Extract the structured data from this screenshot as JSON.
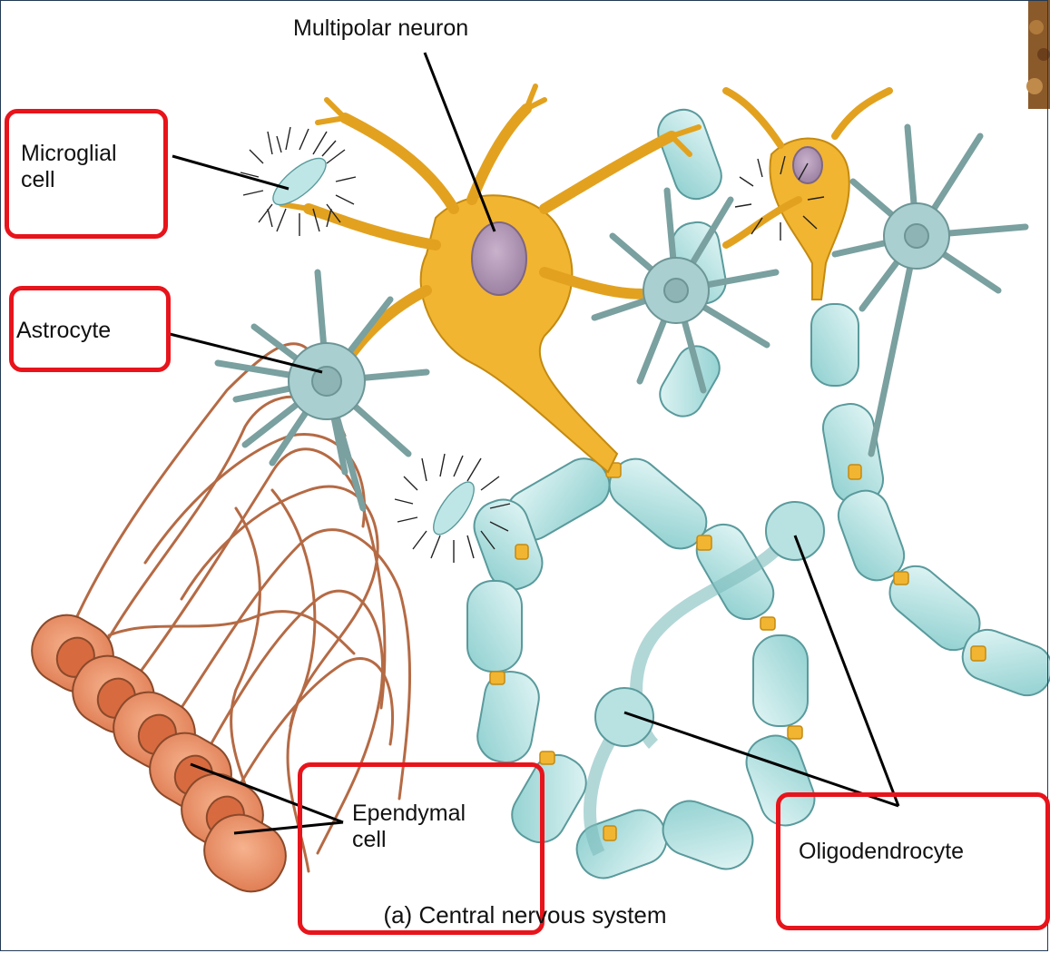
{
  "labels": {
    "multipolar_neuron": "Multipolar neuron",
    "microglial_cell": "Microglial\ncell",
    "astrocyte": "Astrocyte",
    "ependymal_cell": "Ependymal\ncell",
    "oligodendrocyte": "Oligodendrocyte"
  },
  "caption": "(a) Central nervous system",
  "colors": {
    "highlight_box": "#e8141b",
    "neuron": "#f2b531",
    "glia": "#a9cfd0",
    "myelin": "#bfe6e6",
    "ependymal": "#e89a72",
    "nucleus": "#b59ab8"
  }
}
